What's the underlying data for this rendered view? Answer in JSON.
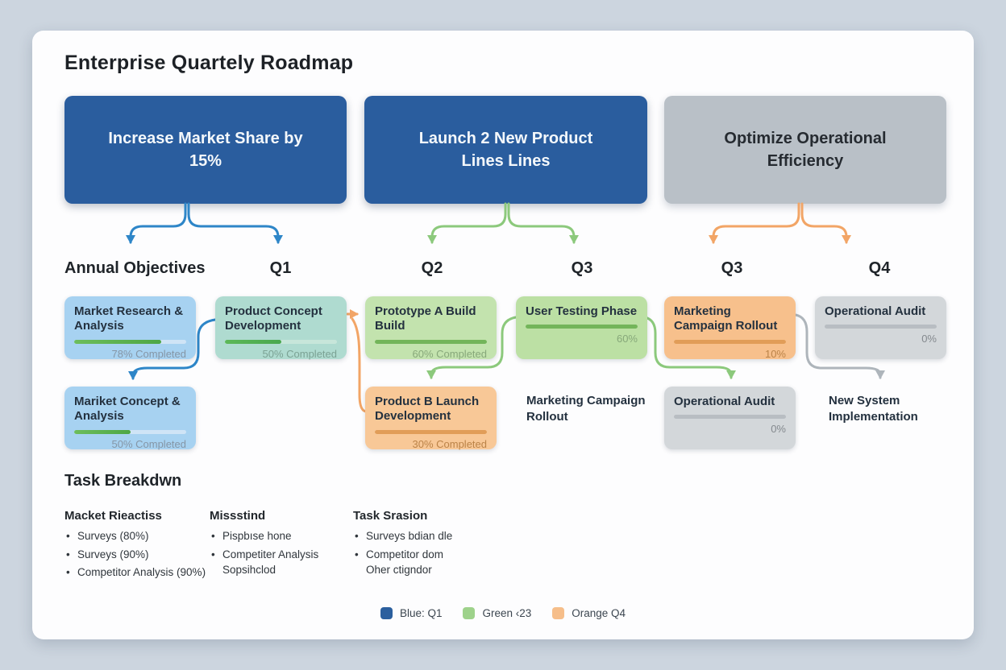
{
  "title": "Enterprise Quartely Roadmap",
  "objectives": [
    {
      "label": "Increase Market Share by 15%"
    },
    {
      "label": "Launch 2 New Product Lines Lines"
    },
    {
      "label": "Optimize Operational Efficiency"
    }
  ],
  "timeline": {
    "labels": [
      "Annual Objectives",
      "Q1",
      "Q2",
      "Q3",
      "Q3",
      "Q4"
    ]
  },
  "cards": {
    "row1": [
      {
        "title": "Market Research & Analysis",
        "percent": "78% Completed",
        "fill": "78%",
        "bg": "#a7d2f1"
      },
      {
        "title": "Product Concept Development",
        "percent": "50% Completed",
        "fill": "50%",
        "bg": "#afdbd0"
      },
      {
        "title": "Prototype A Build Build",
        "percent": "60% Completed",
        "fill": "100%",
        "bg": "#c3e3ae"
      },
      {
        "title": "User Testing Phase",
        "percent": "60%",
        "fill": "100%",
        "bg": "#bce0a4"
      },
      {
        "title": "Marketing Campaign Rollout",
        "percent": "10%",
        "fill": "100%",
        "bg": "#f7c08c"
      },
      {
        "title": "Operational Audit",
        "percent": "0%",
        "fill": "100%",
        "bg": "#d3d7da"
      }
    ],
    "row2": [
      {
        "title": "Mariket Concept & Analysis",
        "percent": "50% Completed",
        "fill": "50%",
        "bg": "#a7d2f1"
      },
      {
        "title": "Product B Launch Development",
        "percent": "30% Completed",
        "fill": "100%",
        "bg": "#f8c897"
      },
      {
        "title": "Operational Audit",
        "percent": "0%",
        "fill": "100%",
        "bg": "#d3d7da"
      }
    ],
    "plain": [
      {
        "title": "Marketing Campaign Rollout"
      },
      {
        "title": "New System Implementation"
      }
    ]
  },
  "task_breakdown": {
    "heading": "Task Breakdwn",
    "columns": [
      {
        "heading": "Macket Rieactiss",
        "items": [
          "Surveys (80%)",
          "Surveys (90%)",
          "Competitor Analysis (90%)"
        ]
      },
      {
        "heading": "Missstind",
        "items": [
          "Pispbıse hone",
          "Competiter Analysis Sopsihclod"
        ]
      },
      {
        "heading": "Task Srasion",
        "items": [
          "Surveys bdian dle",
          "Competitor dom Oher ctigndor"
        ]
      }
    ]
  },
  "legend": {
    "items": [
      {
        "label": "Blue: Q1",
        "color": "#2b5f9e"
      },
      {
        "label": "Green ‹23",
        "color": "#9ed28b"
      },
      {
        "label": "Orange Q4",
        "color": "#f6be8a"
      }
    ]
  },
  "palette": {
    "objective_blue": "#2a5d9e",
    "objective_gray": "#b9c0c7",
    "connector_blue": "#2e86c8",
    "connector_green": "#8cc97c",
    "connector_orange": "#f2a566",
    "connector_gray": "#aeb5bb"
  }
}
